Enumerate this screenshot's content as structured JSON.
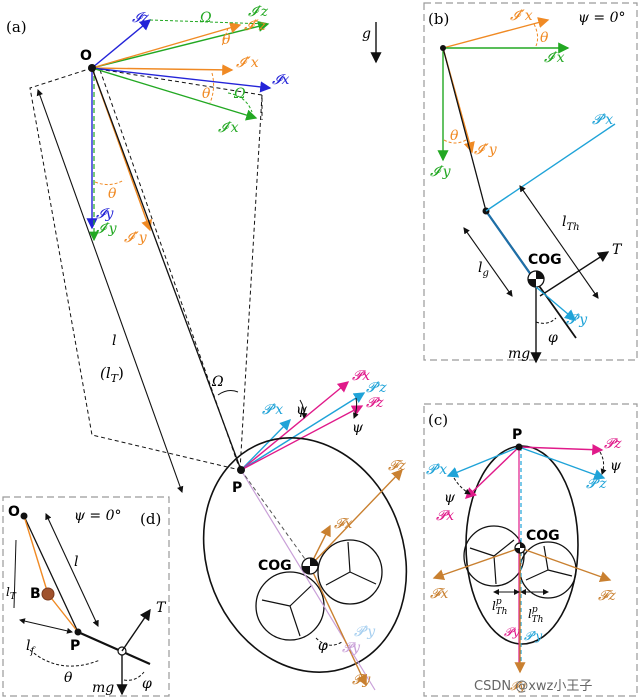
{
  "colors": {
    "inertial": "#2424d8",
    "inertial_prime": "#22a822",
    "inertial_double": "#f08a24",
    "platform": "#e01a8a",
    "platform_prime": "#1fa3d8",
    "frame": "#c98030",
    "pale_platform": "#a8d0f0",
    "pale_pink": "#c9a0d8",
    "cog_rod": "#1e6fa8",
    "box_border": "#9a9a9a",
    "text": "#111111"
  },
  "panel_a": {
    "label": "(a)",
    "gravity": "g",
    "origin": "O",
    "pivot": "P",
    "cog": "COG",
    "axes": {
      "iz": "𝓘z",
      "ipz": "𝓘′z",
      "ippz": "𝓘″z",
      "ippx": "𝓘″x",
      "ix": "𝓘x",
      "ipx": "𝓘′x",
      "iy": "𝓘y",
      "ipy": "𝓘′y",
      "ippy": "𝓘″y",
      "ppx": "𝓟′x",
      "px": "𝓟x",
      "ppz": "𝓟′z",
      "pz": "𝓟z",
      "fz": "𝓕z",
      "fx": "𝓕x",
      "fy": "𝓕y",
      "ppy": "𝓟′y",
      "py": "𝓟y"
    },
    "angles": {
      "omega_top": "Ω",
      "omega_right": "Ω",
      "omega_lower": "Ω",
      "theta_top": "θ",
      "theta_down": "θ",
      "psi_1": "ψ",
      "psi_2": "ψ",
      "phi": "φ"
    },
    "length_l": "l",
    "length_lT": "(l",
    "length_lT_sub": "T",
    "length_lT_close": ")"
  },
  "panel_b": {
    "label": "(b)",
    "psi_eq": "ψ = 0°",
    "axes": {
      "ippx": "𝓘″x",
      "ipx": "𝓘′x",
      "ippy": "𝓘″y",
      "ipy": "𝓘′y",
      "ppx": "𝓟′x",
      "ppy": "𝓟′y"
    },
    "theta_1": "θ",
    "theta_2": "θ",
    "lTh": "l",
    "lTh_sub": "Th",
    "lg": "l",
    "lg_sub": "g",
    "cog": "COG",
    "thrust": "T",
    "mg": "mg",
    "phi": "φ"
  },
  "panel_c": {
    "label": "(c)",
    "pivot": "P",
    "cog": "COG",
    "axes": {
      "pz": "𝓟z",
      "ppx": "𝓟′x",
      "ppz": "𝓟′z",
      "px": "𝓟x",
      "fx": "𝓕x",
      "fz": "𝓕z",
      "py": "𝓟y",
      "ppy": "𝓟′y",
      "fy": "𝓕y"
    },
    "psi_1": "ψ",
    "psi_2": "ψ",
    "lTh_left": "l",
    "lTh_left_sup": "p",
    "lTh_left_sub": "Th",
    "lTh_right": "l",
    "lTh_right_sup": "p",
    "lTh_right_sub": "Th"
  },
  "panel_d": {
    "label": "(d)",
    "psi_eq": "ψ = 0°",
    "origin": "O",
    "ball": "B",
    "pivot": "P",
    "l": "l",
    "lT": "l",
    "lT_sub": "T",
    "lf": "l",
    "lf_sub": "f",
    "theta": "θ",
    "thrust": "T",
    "mg": "mg",
    "phi": "φ"
  },
  "watermark": "CSDN @xwz小王子"
}
